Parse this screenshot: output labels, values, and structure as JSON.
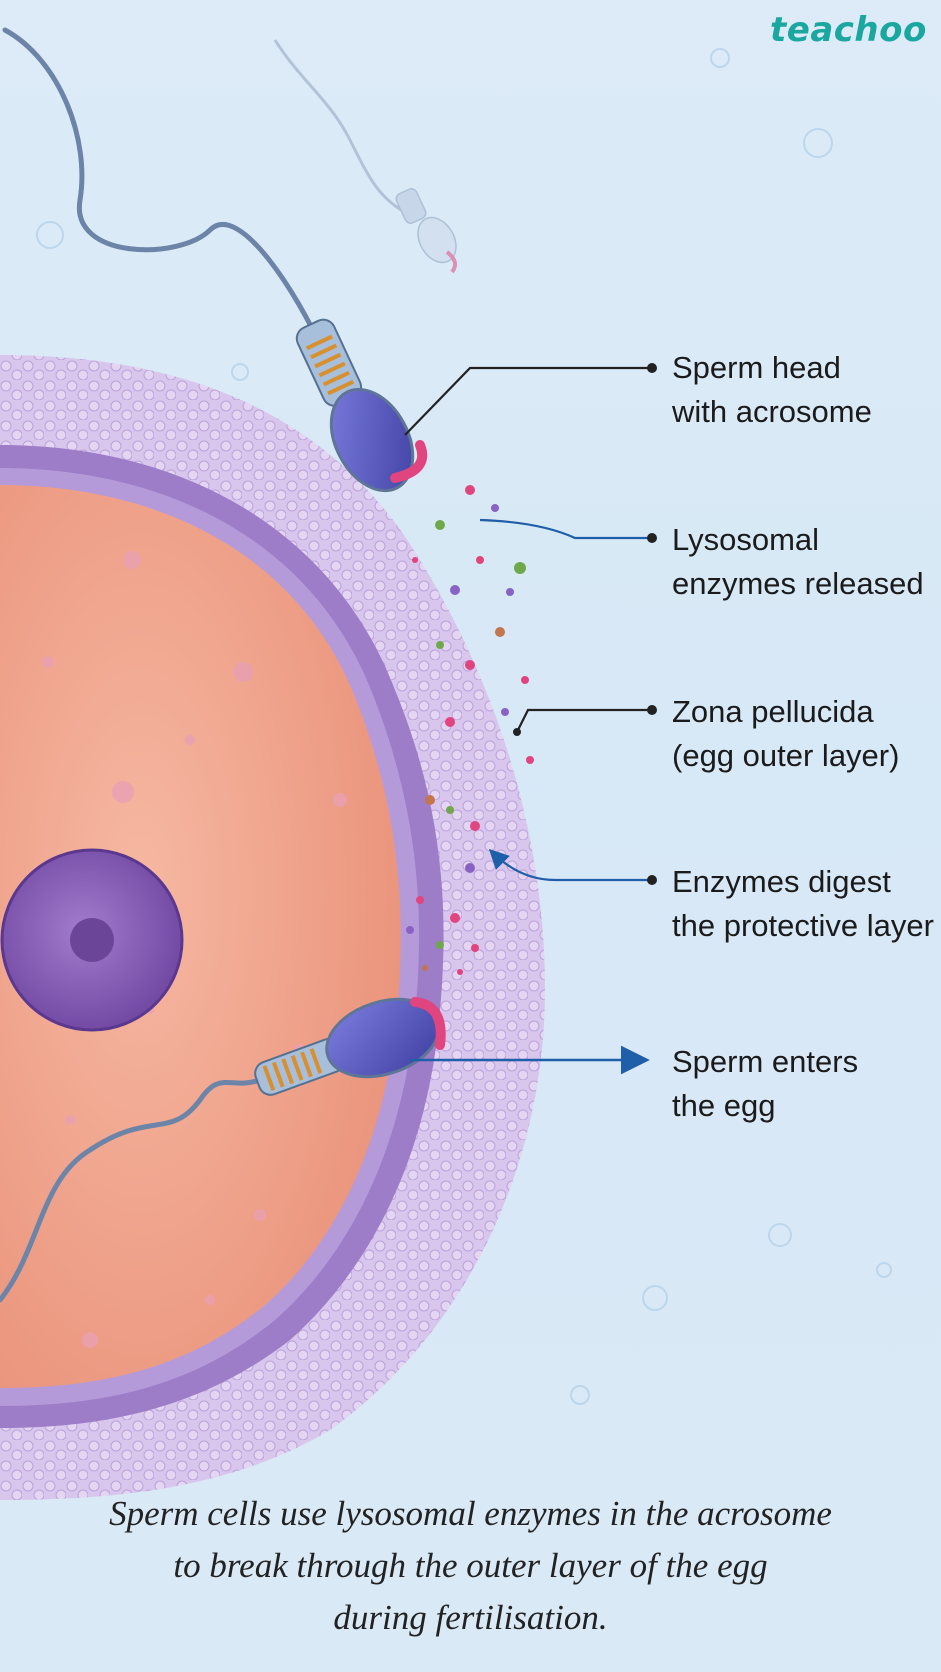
{
  "brand": {
    "name": "teachoo"
  },
  "labels": {
    "sperm_head": {
      "line1": "Sperm head",
      "line2": "with acrosome"
    },
    "enzymes_released": {
      "line1": "Lysosomal",
      "line2": "enzymes released"
    },
    "zona": {
      "line1": "Zona pellucida",
      "line2": "(egg outer layer)"
    },
    "digest": {
      "line1": "Enzymes digest",
      "line2": "the protective layer"
    },
    "enters": {
      "line1": "Sperm enters",
      "line2": "the egg"
    }
  },
  "caption": {
    "line1": "Sperm cells use lysosomal enzymes in the acrosome",
    "line2": "to break through the outer layer of the egg",
    "line3": "during fertilisation."
  },
  "colors": {
    "background": "#dcebf7",
    "cytoplasm": "#f2a58e",
    "zona_purple": "#9d7cc8",
    "corona_lilac": "#d9c6ec",
    "nucleus": "#8a5fb3",
    "sperm_head": "#5c5bc0",
    "acrosome_tip": "#e0457f",
    "arrow_blue": "#1f5ea8",
    "brand": "#1aa7a0"
  }
}
